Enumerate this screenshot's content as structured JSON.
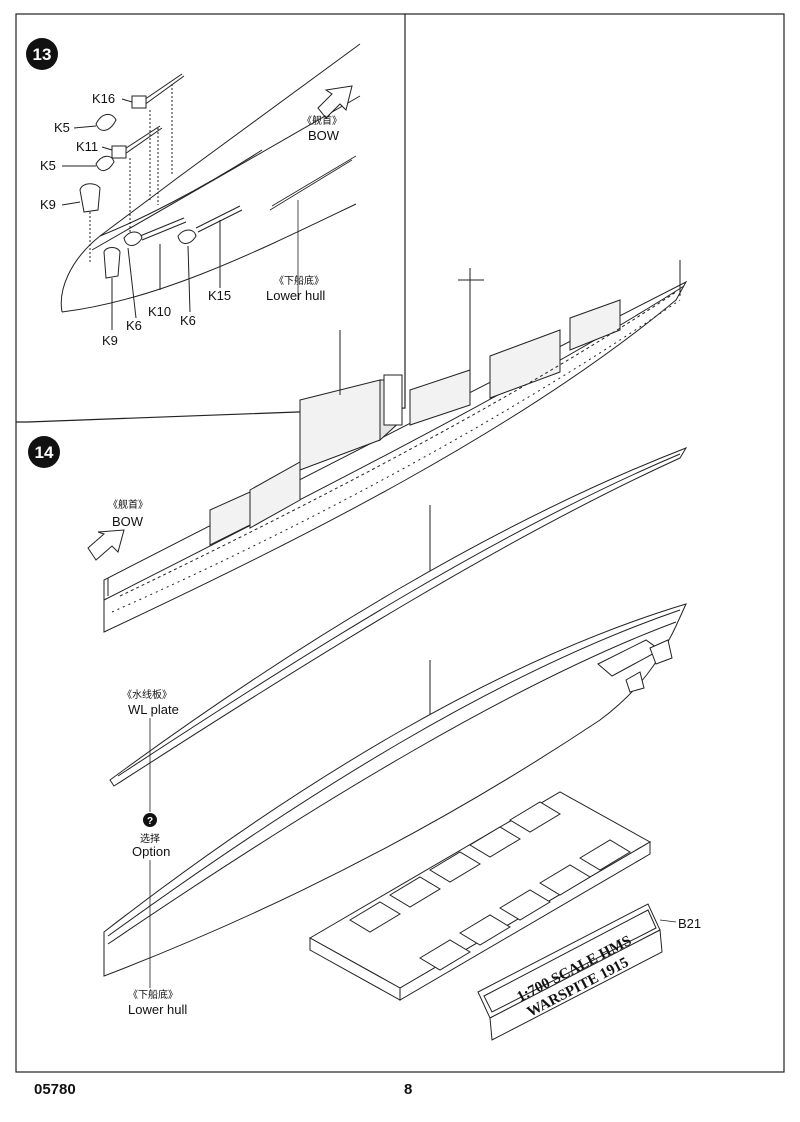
{
  "step13": {
    "number": "13",
    "bow_cn": "《舰首》",
    "bow_en": "BOW",
    "lower_hull_cn": "《下船底》",
    "lower_hull_en": "Lower hull",
    "parts": {
      "k16": "K16",
      "k5_top": "K5",
      "k11": "K11",
      "k5_mid": "K5",
      "k9_top": "K9",
      "k10": "K10",
      "k15": "K15",
      "k6_left": "K6",
      "k6_right": "K6",
      "k9_bottom": "K9"
    }
  },
  "step14": {
    "number": "14",
    "bow_cn": "《舰首》",
    "bow_en": "BOW",
    "wl_plate_cn": "《水线板》",
    "wl_plate_en": "WL plate",
    "option_cn": "选择",
    "option_en": "Option",
    "option_icon": "?",
    "lower_hull_cn": "《下船底》",
    "lower_hull_en": "Lower hull",
    "stand_part": "B21",
    "plate_line1": "1:700 SCALE HMS",
    "plate_line2": "WARSPITE 1915"
  },
  "footer": {
    "product_code": "05780",
    "page_number": "8"
  }
}
